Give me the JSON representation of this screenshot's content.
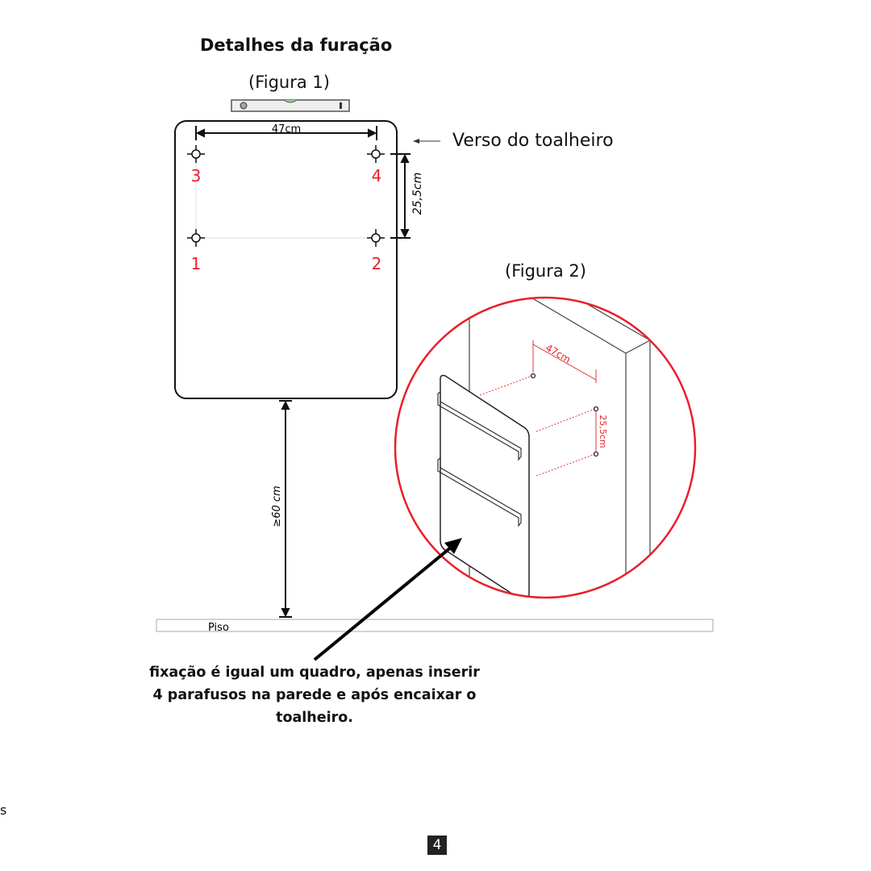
{
  "title": "Detalhes da furação",
  "figure1": {
    "label": "(Figura 1)",
    "width_dim": "47cm",
    "height_dim": "25,5cm",
    "floor_dim": "≥60 cm",
    "holes": [
      "1",
      "2",
      "3",
      "4"
    ],
    "back_label": "Verso do toalheiro",
    "floor_label": "Piso"
  },
  "figure2": {
    "label": "(Figura 2)",
    "width_dim": "47cm",
    "height_dim": "25,5cm"
  },
  "caption": "fixação é igual um quadro, apenas inserir 4 parafusos na parede e após encaixar o toalheiro.",
  "stray_text": "s",
  "page_number": "4",
  "colors": {
    "accent_red": "#e8202a",
    "text": "#111111"
  }
}
